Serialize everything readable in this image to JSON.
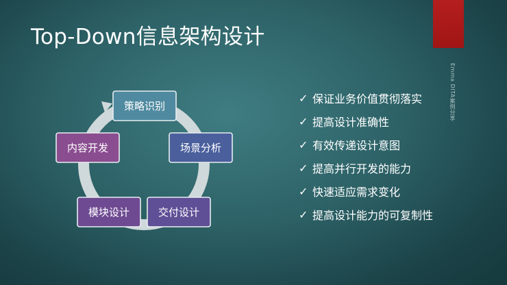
{
  "slide": {
    "title": "Top-Down信息架构设计",
    "watermark": "Emma DITA案例分享"
  },
  "diagram": {
    "nodes": [
      {
        "id": "strategy",
        "label": "策略识别",
        "color": "#4f8aa0"
      },
      {
        "id": "scenario",
        "label": "场景分析",
        "color": "#4a5f9c"
      },
      {
        "id": "delivery",
        "label": "交付设计",
        "color": "#5e4f96"
      },
      {
        "id": "module",
        "label": "模块设计",
        "color": "#6e4a92"
      },
      {
        "id": "content",
        "label": "内容开发",
        "color": "#8a4d90"
      }
    ],
    "ring_color": "#cfd8da"
  },
  "bullets": {
    "check_icon": "✓",
    "items": [
      "保证业务价值贯彻落实",
      "提高设计准确性",
      "有效传递设计意图",
      "提高并行开发的能力",
      "快速适应需求变化",
      "提高设计能力的可复制性"
    ]
  }
}
